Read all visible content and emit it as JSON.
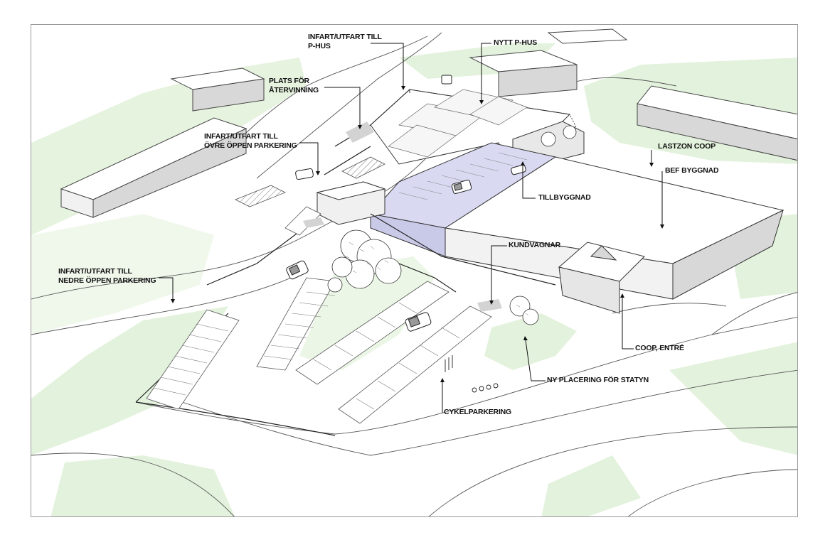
{
  "colors": {
    "background": "#ffffff",
    "green_area": "#e3f2dc",
    "extension_highlight": "#d9d9f2",
    "building_side": "#d8d8d8",
    "line": "#333333"
  },
  "labels": {
    "infart_p_hus": [
      "INFART/UTFART TILL",
      "P-HUS"
    ],
    "nytt_p_hus": "NYTT P-HUS",
    "plats_atervinning": [
      "PLATS FÖR",
      "ÅTERVINNING"
    ],
    "infart_ovre": [
      "INFART/UTFART TILL",
      "ÖVRE ÖPPEN PARKERING"
    ],
    "lastzon": "LASTZON COOP",
    "bef_byggnad": "BEF BYGGNAD",
    "tillbyggnad": "TILLBYGGNAD",
    "kundvagnar": "KUNDVAGNAR",
    "infart_nedre": [
      "INFART/UTFART TILL",
      "NEDRE ÖPPEN PARKERING"
    ],
    "coop_entre": "COOP, ENTRÉ",
    "statyn": "NY PLACERING FÖR STATYN",
    "cykelparkering": "CYKELPARKERING"
  },
  "icons": {
    "car": "car-icon",
    "tree": "tree-icon",
    "bicycle": "bicycle-icon"
  }
}
